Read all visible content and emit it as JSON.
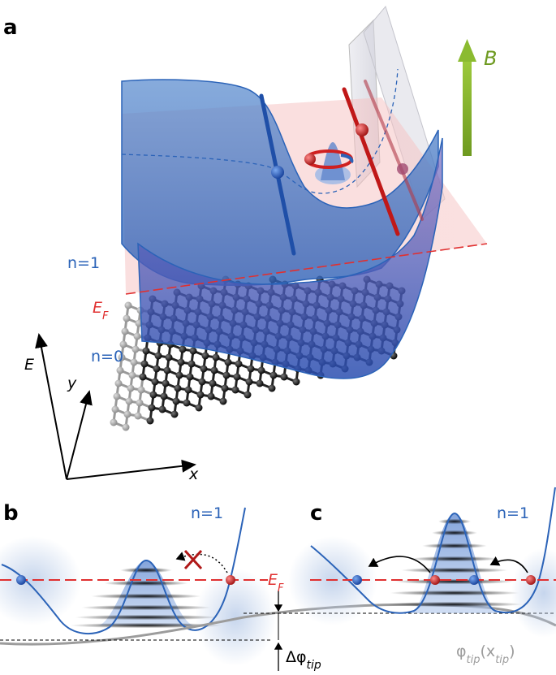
{
  "panel_a": {
    "label": "a",
    "b_field": "B",
    "level_n1": "n=1",
    "level_n0": "n=0",
    "fermi": "E",
    "fermi_sub": "F",
    "axis_e": "E",
    "axis_y": "y",
    "axis_x": "x"
  },
  "panel_b": {
    "label": "b",
    "level_n1": "n=1",
    "fermi": "E",
    "fermi_sub": "F",
    "delta_phi": "Δφ",
    "delta_phi_sub": "tip"
  },
  "panel_c": {
    "label": "c",
    "level_n1": "n=1",
    "tip_potential": "φ",
    "tip_potential_sub": "tip",
    "tip_potential_arg": "(x",
    "tip_potential_arg_sub": "tip",
    "tip_potential_close": ")"
  },
  "colors": {
    "band": "#2b63b8",
    "fermi": "#e03030",
    "lattice": "#1a1a1a",
    "arrow_b": "#7aa52a",
    "blocked": "#b01818"
  }
}
